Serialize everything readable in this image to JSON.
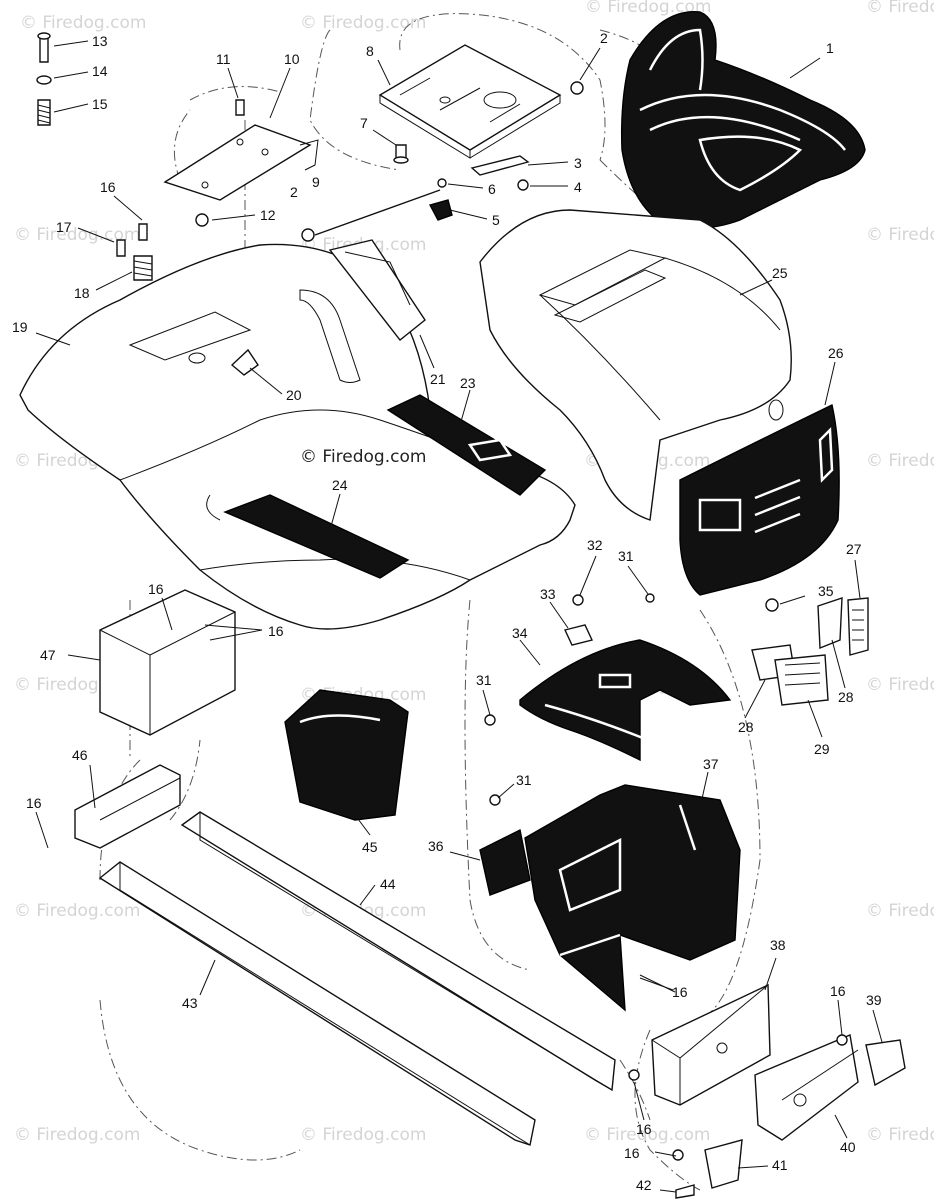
{
  "watermarks": {
    "text": "© Firedog.com",
    "center_text": "© Firedog.com"
  },
  "callouts": {
    "c1": "1",
    "c2a": "2",
    "c2b": "2",
    "c3": "3",
    "c4": "4",
    "c5": "5",
    "c6": "6",
    "c7": "7",
    "c8": "8",
    "c9": "9",
    "c11": "11",
    "c10": "10",
    "c12": "12",
    "c13": "13",
    "c14": "14",
    "c15": "15",
    "c16a": "16",
    "c16b": "16",
    "c16c": "16",
    "c16d": "16",
    "c16e": "16",
    "c16f": "16",
    "c16g": "16",
    "c16h": "16",
    "c17": "17",
    "c18": "18",
    "c19": "19",
    "c20": "20",
    "c21": "21",
    "c23": "23",
    "c24": "24",
    "c25": "25",
    "c26": "26",
    "c27": "27",
    "c28a": "28",
    "c28b": "28",
    "c29": "29",
    "c31a": "31",
    "c31b": "31",
    "c31c": "31",
    "c32": "32",
    "c33": "33",
    "c34": "34",
    "c35": "35",
    "c36": "36",
    "c37": "37",
    "c38": "38",
    "c39": "39",
    "c40": "40",
    "c41": "41",
    "c42": "42",
    "c43": "43",
    "c44": "44",
    "c45": "45",
    "c46": "46",
    "c47": "47"
  },
  "colors": {
    "ink": "#111111",
    "watermark": "#d4d4d4",
    "background": "#ffffff"
  }
}
